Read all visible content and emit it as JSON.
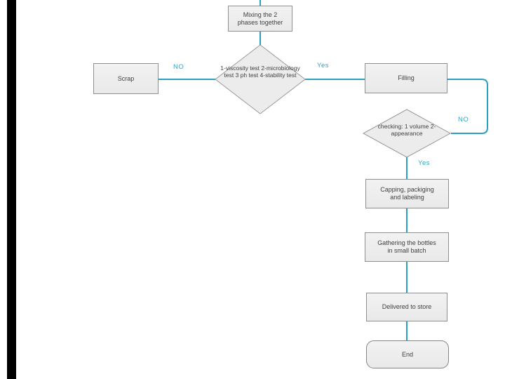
{
  "flowchart": {
    "nodes": {
      "mixing": {
        "lines": [
          "Mixing the 2",
          "phases together"
        ]
      },
      "test_decision": {
        "lines": [
          "1-viscosity test",
          "2-microbiology test",
          "3 ph test",
          "4-stability test"
        ]
      },
      "scrap": {
        "label": "Scrap"
      },
      "filling": {
        "label": "Filling"
      },
      "check_decision": {
        "lines": [
          "checking:",
          "1 volume",
          "2-appearance"
        ]
      },
      "capping": {
        "lines": [
          "Capping, packiging",
          "and labeling"
        ]
      },
      "gathering": {
        "lines": [
          "Gathering the bottles",
          "in small batch"
        ]
      },
      "delivered": {
        "label": "Delivered to store"
      },
      "end": {
        "label": "End"
      }
    },
    "labels": {
      "no_scrap": "NO",
      "yes_filling": "Yes",
      "no_loop": "NO",
      "yes_capping": "Yes"
    },
    "colors": {
      "connector": "#2b9fbf",
      "label_text": "#2fa8c7",
      "node_fill": "#efefef",
      "node_border": "#8f8f8f",
      "node_text": "#404040",
      "sidebar": "#000000",
      "background": "#ffffff"
    }
  }
}
